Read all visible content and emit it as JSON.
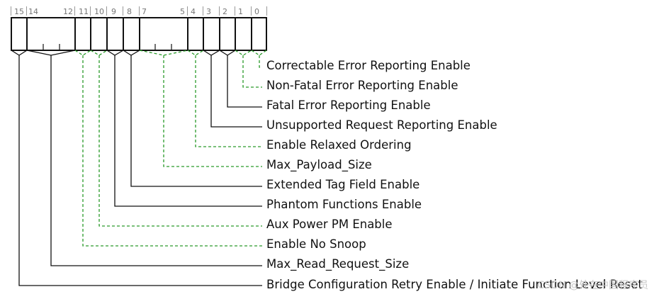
{
  "bit_numbers": [
    "15",
    "14",
    "12",
    "11",
    "10",
    "9",
    "8",
    "7",
    "5",
    "4",
    "3",
    "2",
    "1",
    "0"
  ],
  "fields": [
    {
      "label": "Correctable Error Reporting Enable",
      "style": "optional"
    },
    {
      "label": "Non-Fatal Error Reporting Enable",
      "style": "optional"
    },
    {
      "label": "Fatal Error Reporting Enable",
      "style": "required"
    },
    {
      "label": "Unsupported Request Reporting Enable",
      "style": "required"
    },
    {
      "label": "Enable Relaxed Ordering",
      "style": "optional"
    },
    {
      "label": "Max_Payload_Size",
      "style": "optional"
    },
    {
      "label": "Extended Tag Field Enable",
      "style": "required"
    },
    {
      "label": "Phantom Functions Enable",
      "style": "required"
    },
    {
      "label": "Aux Power PM Enable",
      "style": "optional"
    },
    {
      "label": "Enable No Snoop",
      "style": "optional"
    },
    {
      "label": "Max_Read_Request_Size",
      "style": "required"
    },
    {
      "label": "Bridge Configuration Retry Enable / Initiate Function Level Reset",
      "style": "required"
    }
  ],
  "watermark": "CSDN @处在中国程序员",
  "colors": {
    "required": "#111111",
    "optional": "#2a9a2a",
    "bitnum": "#777777"
  }
}
